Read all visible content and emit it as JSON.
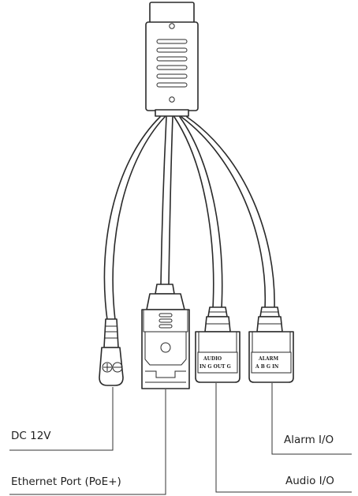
{
  "labels": {
    "dc": "DC 12V",
    "ethernet": "Ethernet Port (PoE+)",
    "alarm": "Alarm I/O",
    "audio": "Audio I/O"
  },
  "connectors": {
    "audio_text_line1": "AUDIO",
    "audio_text_line2": "IN G OUT G",
    "alarm_text_line1": "ALARM",
    "alarm_text_line2": "A B G IN"
  },
  "colors": {
    "line": "#2a2a2a",
    "text": "#222222",
    "background": "#ffffff"
  }
}
